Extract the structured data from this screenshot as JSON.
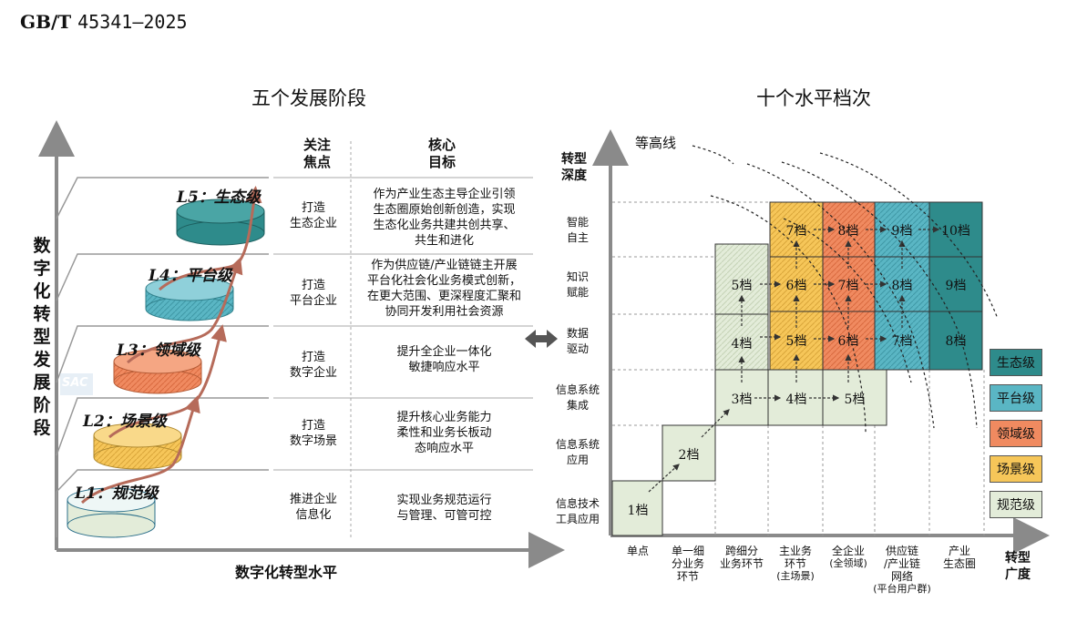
{
  "header": {
    "standard_prefix": "GB/T",
    "standard_number": "45341—2025"
  },
  "left": {
    "title": "五个发展阶段",
    "y_axis_label": [
      "数",
      "字",
      "化",
      "转",
      "型",
      "发",
      "展",
      "阶",
      "段"
    ],
    "x_axis_label": "数字化转型水平",
    "col_focus": [
      "关注",
      "焦点"
    ],
    "col_goal": [
      "核心",
      "目标"
    ],
    "tiers": [
      {
        "name": "L5：生态级",
        "focus": [
          "打造",
          "生态企业"
        ],
        "goal": [
          "作为产业生态主导企业引领",
          "生态圈原始创新创造，实现",
          "生态化业务共建共创共享、",
          "共生和进化"
        ]
      },
      {
        "name": "L4：平台级",
        "focus": [
          "打造",
          "平台企业"
        ],
        "goal": [
          "作为供应链/产业链链主开展",
          "平台化社会化业务模式创新，",
          "在更大范围、更深程度汇聚和",
          "协同开发利用社会资源"
        ]
      },
      {
        "name": "L3：领域级",
        "focus": [
          "打造",
          "数字企业"
        ],
        "goal": [
          "提升全企业一体化",
          "敏捷响应水平"
        ]
      },
      {
        "name": "L2：场景级",
        "focus": [
          "打造",
          "数字场景"
        ],
        "goal": [
          "提升核心业务能力",
          "柔性和业务长板动",
          "态响应水平"
        ]
      },
      {
        "name": "L1：规范级",
        "focus": [
          "推进企业",
          "信息化"
        ],
        "goal": [
          "实现业务规范运行",
          "与管理、可管可控"
        ]
      }
    ],
    "watermark": "SAC"
  },
  "right": {
    "title": "十个水平档次",
    "contour_label": "等高线",
    "y_axis_label": [
      "转型",
      "深度"
    ],
    "x_axis_label": [
      "转型",
      "广度"
    ],
    "rows": [
      [
        "智能",
        "自主"
      ],
      [
        "知识",
        "赋能"
      ],
      [
        "数据",
        "驱动"
      ],
      [
        "信息系统",
        "集成"
      ],
      [
        "信息系统",
        "应用"
      ],
      [
        "信息技术",
        "工具应用"
      ]
    ],
    "cols": [
      [
        "单点"
      ],
      [
        "单一细",
        "分业务",
        "环节"
      ],
      [
        "跨细分",
        "业务环节"
      ],
      [
        "主业务",
        "环节",
        "(主场景)"
      ],
      [
        "全企业",
        "(全领域)"
      ],
      [
        "供应链",
        "/产业链",
        "网络",
        "(平台用户群)"
      ],
      [
        "产业",
        "生态圈"
      ]
    ],
    "grades": {
      "g1": "1档",
      "g2": "2档",
      "g3": "3档",
      "g4": "4档",
      "g5": "5档",
      "g6": "6档",
      "g7": "7档",
      "g8": "8档",
      "g9": "9档",
      "g10": "10档"
    },
    "legend": [
      {
        "label": "生态级",
        "color": "#2e8b8b"
      },
      {
        "label": "平台级",
        "color": "#5ab6c4"
      },
      {
        "label": "领域级",
        "color": "#f08a60"
      },
      {
        "label": "场景级",
        "color": "#f6c659"
      },
      {
        "label": "规范级",
        "color": "#e3ecd9"
      }
    ]
  }
}
